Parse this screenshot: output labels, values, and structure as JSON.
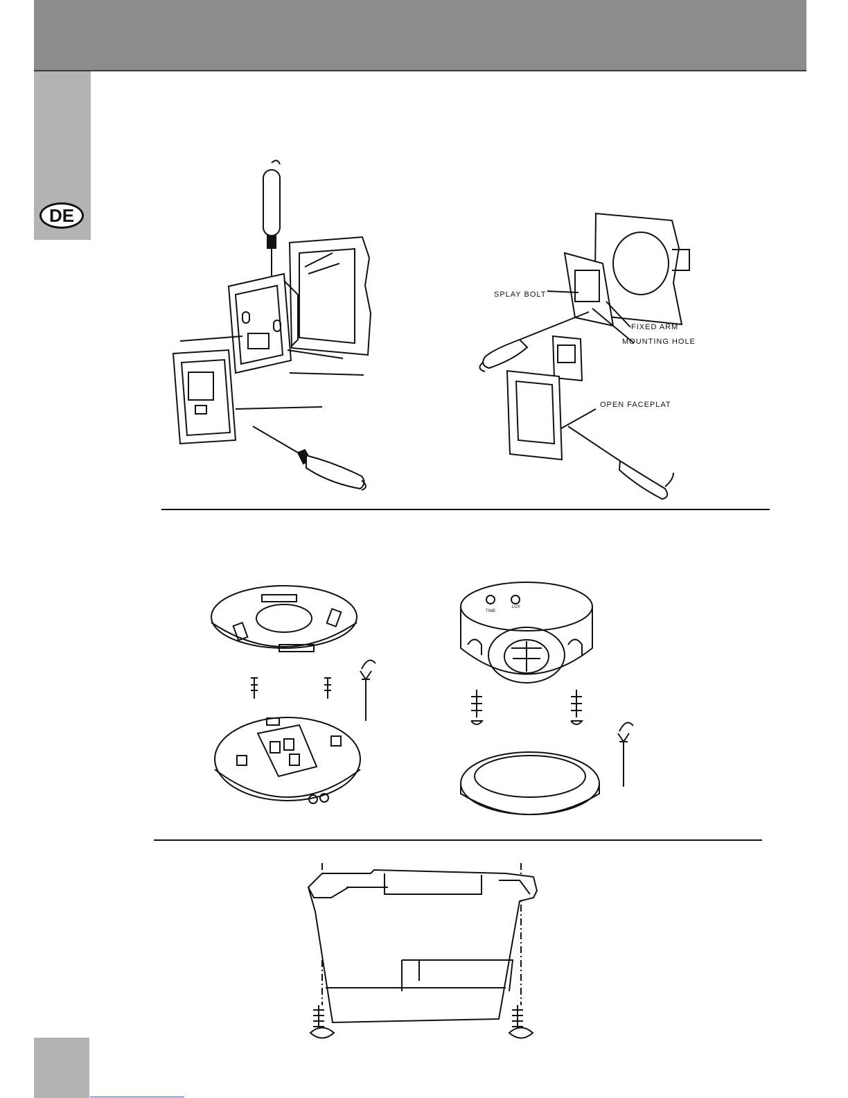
{
  "header": {
    "language_badge": "DE"
  },
  "figure_wall": {
    "labels": {
      "splay_bolt": "SPLAY BOLT",
      "fixed_arm": "FIXED ARM",
      "mounting_hole": "MOUNTING HOLE",
      "open_faceplate": "OPEN FACEPLAT"
    }
  },
  "figure_ceiling": {
    "dial_labels": {
      "time": "TIME",
      "lux": "LUX"
    }
  }
}
